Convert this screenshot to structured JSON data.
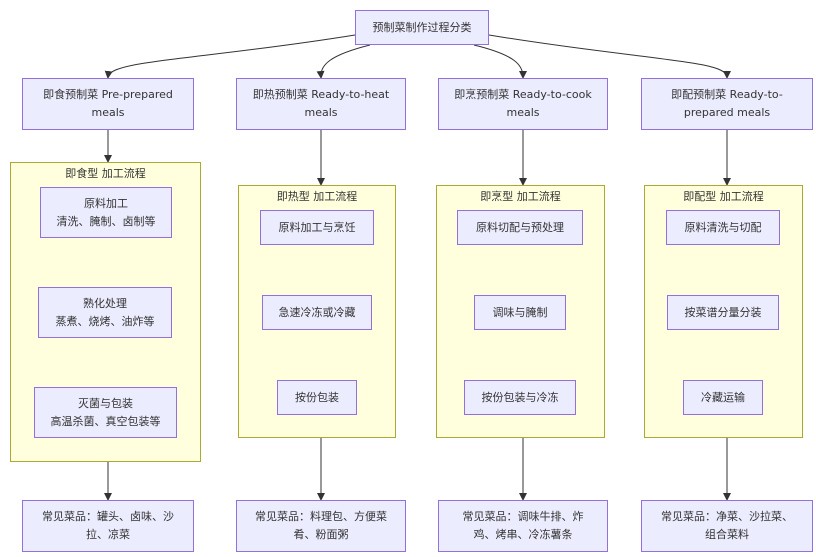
{
  "root": "预制菜制作过程分类",
  "categories": [
    {
      "title": "即食预制菜 Pre-prepared\nmeals",
      "group": "即食型 加工流程",
      "steps": [
        "原料加工\n清洗、腌制、卤制等",
        "熟化处理\n蒸煮、烧烤、油炸等",
        "灭菌与包装\n高温杀菌、真空包装等"
      ],
      "examples": "常见菜品：罐头、卤味、沙\n拉、凉菜"
    },
    {
      "title": "即热预制菜 Ready-to-heat\nmeals",
      "group": "即热型 加工流程",
      "steps": [
        "原料加工与烹饪",
        "急速冷冻或冷藏",
        "按份包装"
      ],
      "examples": "常见菜品：料理包、方便菜\n肴、粉面粥"
    },
    {
      "title": "即烹预制菜 Ready-to-cook\nmeals",
      "group": "即烹型 加工流程",
      "steps": [
        "原料切配与预处理",
        "调味与腌制",
        "按份包装与冷冻"
      ],
      "examples": "常见菜品：调味牛排、炸\n鸡、烤串、冷冻薯条"
    },
    {
      "title": "即配预制菜 Ready-to-\nprepared meals",
      "group": "即配型 加工流程",
      "steps": [
        "原料清洗与切配",
        "按菜谱分量分装",
        "冷藏运输"
      ],
      "examples": "常见菜品：净菜、沙拉菜、\n组合菜料"
    }
  ]
}
